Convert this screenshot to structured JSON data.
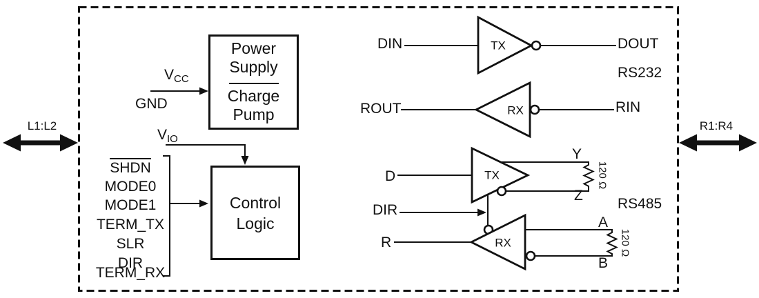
{
  "ic": {
    "ports": {
      "left": "L1:L2",
      "right": "R1:R4"
    },
    "blocks": {
      "power_supply": {
        "line1": "Power",
        "line2": "Supply",
        "line3": "Charge",
        "line4": "Pump"
      },
      "control_logic": {
        "line1": "Control",
        "line2": "Logic"
      }
    },
    "supply_pins": {
      "vcc_base": "V",
      "vcc_sub": "CC",
      "gnd": "GND",
      "vio_base": "V",
      "vio_sub": "IO"
    },
    "control_pins": [
      "SHDN",
      "MODE0",
      "MODE1",
      "TERM_TX",
      "SLR",
      "DIR",
      "TERM_RX"
    ],
    "rs232": {
      "section_label": "RS232",
      "tx_gate": "TX",
      "rx_gate": "RX",
      "din": "DIN",
      "dout": "DOUT",
      "rout": "ROUT",
      "rin": "RIN"
    },
    "rs485": {
      "section_label": "RS485",
      "tx_gate": "TX",
      "rx_gate": "RX",
      "d": "D",
      "dir": "DIR",
      "r": "R",
      "y": "Y",
      "z": "Z",
      "a": "A",
      "b": "B",
      "tx_termination": "120 Ω",
      "rx_termination": "120 Ω"
    },
    "colors": {
      "line": "#111111",
      "background": "#ffffff"
    }
  }
}
